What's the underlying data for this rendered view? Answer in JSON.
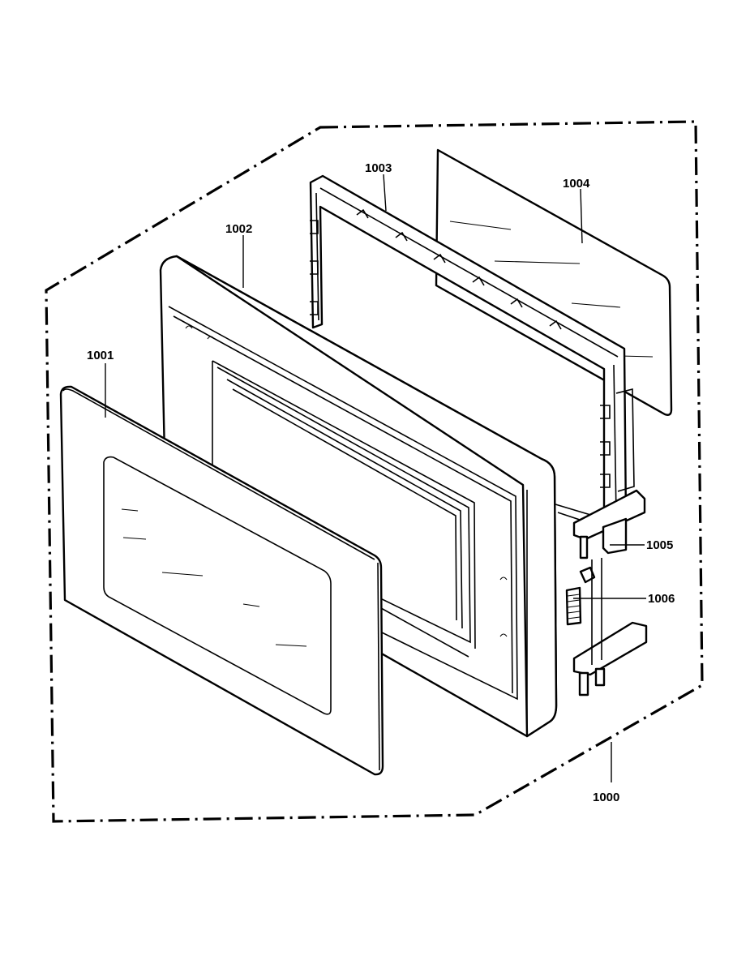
{
  "labels": {
    "assembly": "1000",
    "door_panel": "1001",
    "door_frame": "1002",
    "choke_cover": "1003",
    "window_glass": "1004",
    "latch_upper": "1005",
    "latch_spring": "1006"
  }
}
